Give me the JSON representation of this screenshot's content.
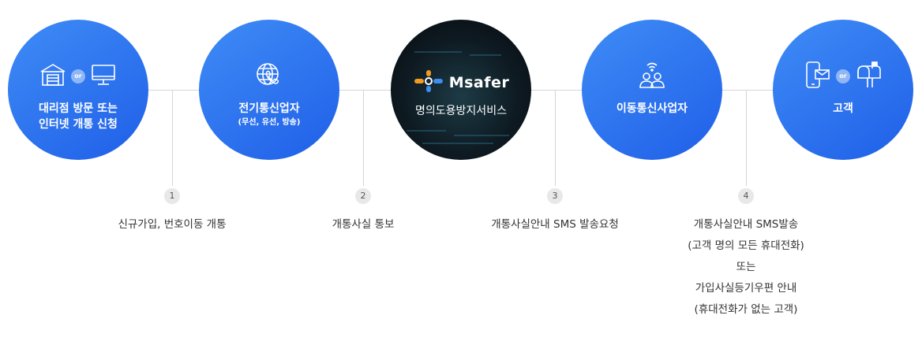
{
  "nodes": [
    {
      "label_line1": "대리점 방문 또는",
      "label_line2": "인터넷 개통 신청",
      "or_text": "or",
      "icons": [
        "store-icon",
        "monitor-icon"
      ]
    },
    {
      "label_line1": "전기통신업자",
      "label_sub": "(무선, 유선, 방송)",
      "icons": [
        "globe-phone-icon"
      ]
    },
    {
      "brand": "Msafer",
      "label_line1": "명의도용방지서비스",
      "icons": [
        "msafer-logo-icon"
      ]
    },
    {
      "label_line1": "이동통신사업자",
      "icons": [
        "users-wifi-icon"
      ]
    },
    {
      "label_line1": "고객",
      "or_text": "or",
      "icons": [
        "mobile-message-icon",
        "mailbox-icon"
      ]
    }
  ],
  "steps": [
    {
      "number": "1",
      "lines": [
        "신규가입, 번호이동 개통"
      ]
    },
    {
      "number": "2",
      "lines": [
        "개통사실 통보"
      ]
    },
    {
      "number": "3",
      "lines": [
        "개통사실안내 SMS 발송요청"
      ]
    },
    {
      "number": "4",
      "lines": [
        "개통사실안내 SMS발송",
        "(고객 명의 모든 휴대전화)",
        "또는",
        "가입사실등기우편 안내",
        "(휴대전화가 없는 고객)"
      ]
    }
  ],
  "colors": {
    "circle_start": "#3f8cf6",
    "circle_end": "#1f5fe8",
    "brand_orange": "#f39a1e",
    "brand_blue": "#3a8ff0"
  }
}
